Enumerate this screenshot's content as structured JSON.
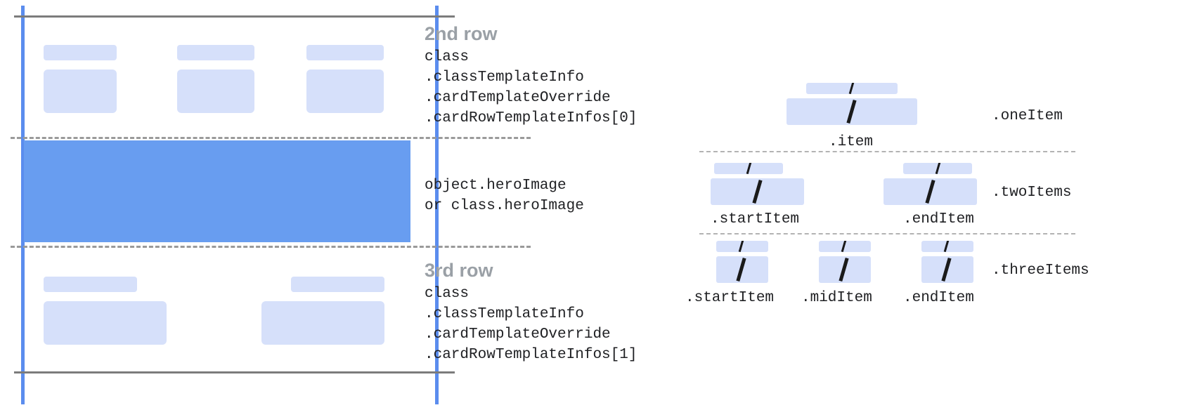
{
  "colors": {
    "guide_blue": "#5b8dee",
    "hero_blue": "#689df0",
    "chip_blue": "#d6e0fa",
    "rule_grey": "#7c7c7c",
    "dash_grey": "#9a9a9a",
    "heading_grey": "#9aa0a6",
    "text_dark": "#202124"
  },
  "card": {
    "second_row": {
      "heading": "2nd row",
      "code_lines": [
        "class",
        ".classTemplateInfo",
        ".cardTemplateOverride",
        ".cardRowTemplateInfos[0]"
      ]
    },
    "hero": {
      "code_lines": [
        "object.heroImage",
        "or class.heroImage"
      ]
    },
    "third_row": {
      "heading": "3rd row",
      "code_lines": [
        "class",
        ".classTemplateInfo",
        ".cardTemplateOverride",
        ".cardRowTemplateInfos[1]"
      ]
    }
  },
  "layouts": [
    {
      "group_label": ".oneItem",
      "slots": [
        {
          "caption": ".item"
        }
      ]
    },
    {
      "group_label": ".twoItems",
      "slots": [
        {
          "caption": ".startItem"
        },
        {
          "caption": ".endItem"
        }
      ]
    },
    {
      "group_label": ".threeItems",
      "slots": [
        {
          "caption": ".startItem"
        },
        {
          "caption": ".midItem"
        },
        {
          "caption": ".endItem"
        }
      ]
    }
  ]
}
